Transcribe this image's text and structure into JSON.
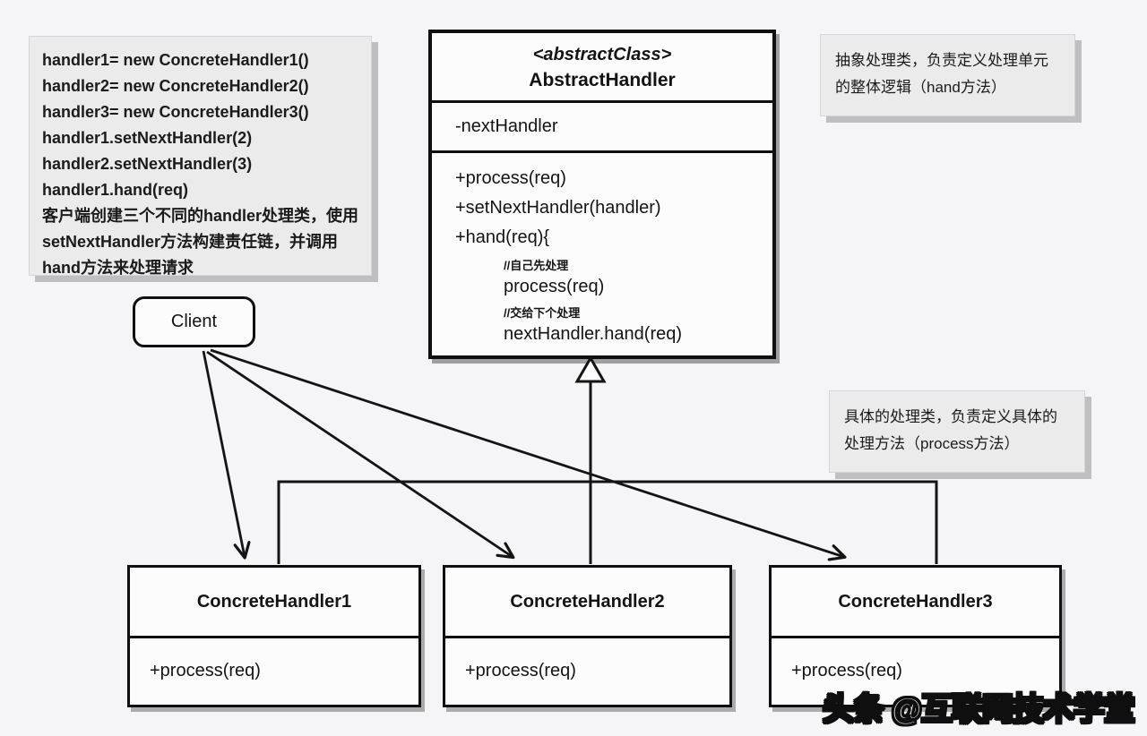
{
  "colors": {
    "page_bg": "#f5f5f7",
    "ink": "#141414",
    "box_fill": "#fcfcfc",
    "note_fill": "#ebebeb"
  },
  "code_note": {
    "lines": [
      "handler1= new ConcreteHandler1()",
      "handler2= new ConcreteHandler2()",
      "handler3= new ConcreteHandler3()",
      "handler1.setNextHandler(2)",
      "handler2.setNextHandler(3)",
      "handler1.hand(req)"
    ],
    "description": "客户端创建三个不同的handler处理类，使用setNextHandler方法构建责任链，并调用hand方法来处理请求"
  },
  "abstract_class": {
    "stereotype": "<abstractClass>",
    "name": "AbstractHandler",
    "attributes": [
      "-nextHandler"
    ],
    "methods": [
      {
        "text": "+process(req)"
      },
      {
        "text": "+setNextHandler(handler)"
      },
      {
        "text": "+hand(req){"
      },
      {
        "text": "//自己先处理"
      },
      {
        "text": "process(req)"
      },
      {
        "text": "//交给下个处理"
      },
      {
        "text": "nextHandler.hand(req)"
      }
    ]
  },
  "client": {
    "label": "Client"
  },
  "concrete_classes": [
    {
      "name": "ConcreteHandler1",
      "method": "+process(req)"
    },
    {
      "name": "ConcreteHandler2",
      "method": "+process(req)"
    },
    {
      "name": "ConcreteHandler3",
      "method": "+process(req)"
    }
  ],
  "notes": {
    "abstract": "抽象处理类，负责定义处理单元的整体逻辑（hand方法）",
    "concrete": "具体的处理类，负责定义具体的处理方法（process方法）"
  },
  "watermark": "头条 @互联网技术学堂"
}
